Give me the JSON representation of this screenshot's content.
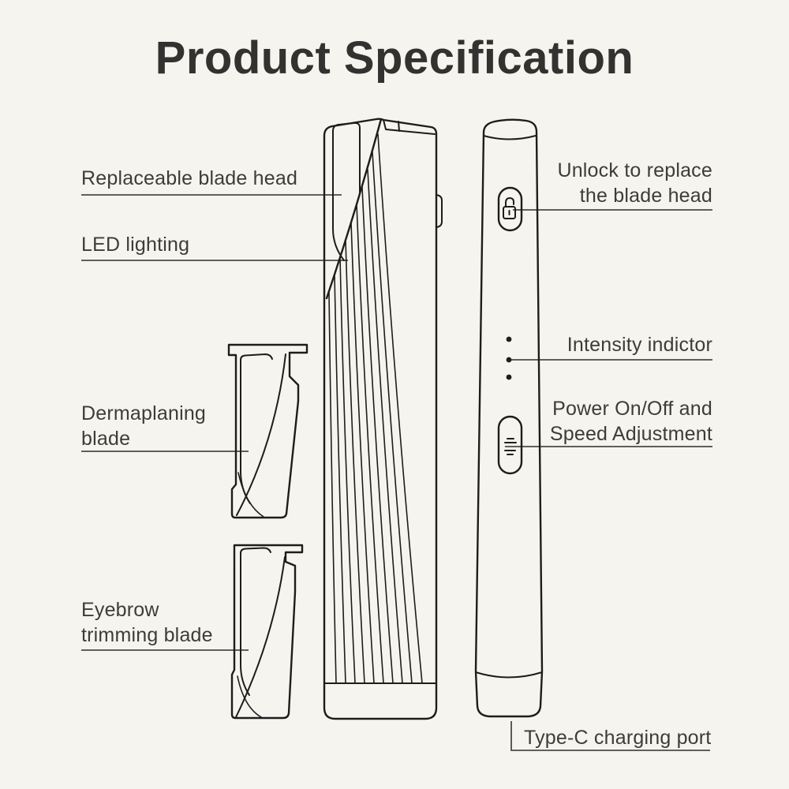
{
  "page": {
    "title": "Product Specification",
    "background_color": "#f6f4ef",
    "drawing_line_color": "#1d1d1b",
    "leader_line_color": "#4a4a48",
    "text_color": "#3c3c3a"
  },
  "labels": {
    "left": [
      {
        "lines": [
          "Replaceable blade head"
        ]
      },
      {
        "lines": [
          "LED lighting"
        ]
      },
      {
        "lines": [
          "Dermaplaning",
          "blade"
        ]
      },
      {
        "lines": [
          "Eyebrow",
          "trimming blade"
        ]
      }
    ],
    "right": [
      {
        "lines": [
          "Unlock to replace",
          "the blade head"
        ]
      },
      {
        "lines": [
          "Intensity indictor"
        ]
      },
      {
        "lines": [
          "Power On/Off and",
          "Speed Adjustment"
        ]
      },
      {
        "lines": [
          "Type-C charging port"
        ]
      }
    ]
  },
  "icons": {
    "unlock_button": "open-padlock-icon",
    "intensity_indicator": "three-dot-indicator",
    "power_button": "speed-lines-icon"
  }
}
